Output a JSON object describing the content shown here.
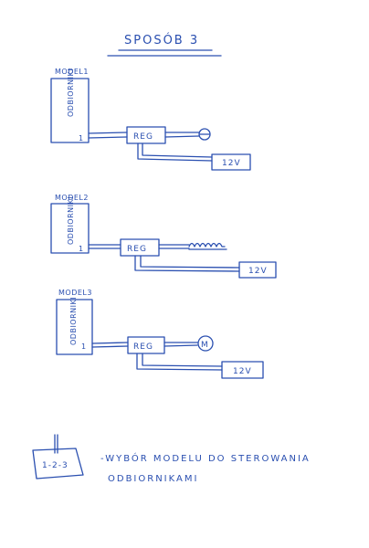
{
  "title": "SPOSÓB 3",
  "models": [
    {
      "name": "MODEL1",
      "receiver_label": "ODBIORNIKI",
      "output_number": "1",
      "regulator": "REG",
      "supply": "12V",
      "load_icon": "lamp-icon"
    },
    {
      "name": "MODEL2",
      "receiver_label": "ODBIORNIKI",
      "output_number": "1",
      "regulator": "REG",
      "supply": "12V",
      "load_icon": "heater-coil-icon"
    },
    {
      "name": "MODEL3",
      "receiver_label": "ODBIORNIKI",
      "output_number": "1",
      "regulator": "REG",
      "supply": "12V",
      "load_icon": "motor-icon",
      "motor_symbol": "M"
    }
  ],
  "selector": {
    "label": "1-2-3",
    "description_line1": "-WYBÓR MODELU DO STEROWANIA",
    "description_line2": "ODBIORNIKAMI"
  },
  "colors": {
    "ink": "#2a4fb0",
    "paper": "#ffffff"
  }
}
